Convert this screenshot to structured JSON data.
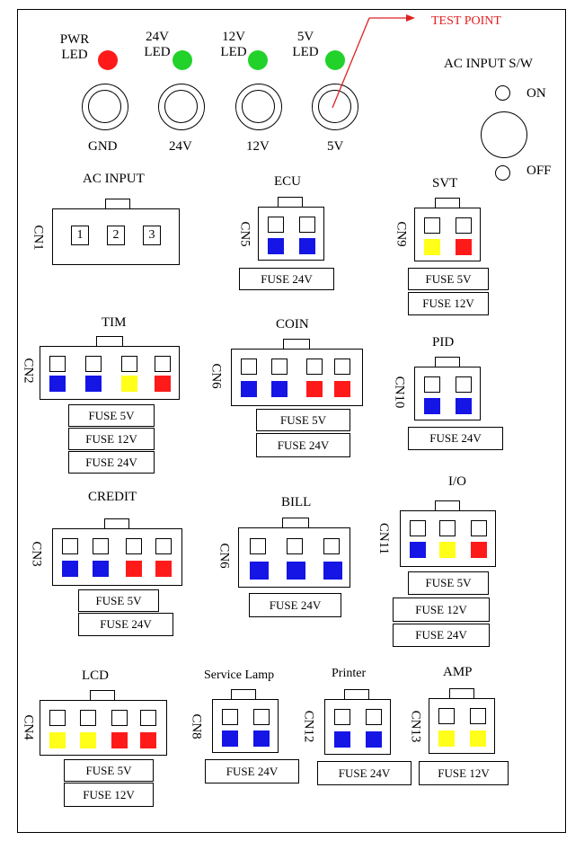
{
  "indicators": {
    "pwr_led": "PWR\nLED",
    "v24_led": "24V\nLED",
    "v12_led": "12V\nLED",
    "v5_led": "5V\nLED",
    "led_colors": {
      "red": "#ff1a1a",
      "green": "#22d22a"
    }
  },
  "terminals": {
    "gnd": "GND",
    "v24": "24V",
    "v12": "12V",
    "v5": "5V"
  },
  "test_point": "TEST POINT",
  "ac_switch": {
    "title": "AC INPUT S/W",
    "on": "ON",
    "off": "OFF"
  },
  "pin_colors": {
    "blue": "#1515e6",
    "yellow": "#ffff1a",
    "red": "#ff1a1a"
  },
  "connectors": {
    "cn1": {
      "id": "CN1",
      "title": "AC INPUT",
      "pins": [
        "1",
        "2",
        "3"
      ]
    },
    "cn5": {
      "id": "CN5",
      "title": "ECU",
      "fuses": [
        "FUSE 24V"
      ]
    },
    "cn9": {
      "id": "CN9",
      "title": "SVT",
      "fuses": [
        "FUSE 5V",
        "FUSE 12V"
      ]
    },
    "cn2": {
      "id": "CN2",
      "title": "TIM",
      "fuses": [
        "FUSE 5V",
        "FUSE 12V",
        "FUSE 24V"
      ]
    },
    "cn6": {
      "id": "CN6",
      "title": "COIN",
      "fuses": [
        "FUSE 5V",
        "FUSE 24V"
      ]
    },
    "cn10": {
      "id": "CN10",
      "title": "PID",
      "fuses": [
        "FUSE 24V"
      ]
    },
    "cn3": {
      "id": "CN3",
      "title": "CREDIT",
      "fuses": [
        "FUSE 5V",
        "FUSE 24V"
      ]
    },
    "cn6b": {
      "id": "CN6",
      "title": "BILL",
      "fuses": [
        "FUSE 24V"
      ]
    },
    "cn11": {
      "id": "CN11",
      "title": "I/O",
      "fuses": [
        "FUSE 5V",
        "FUSE 12V",
        "FUSE 24V"
      ]
    },
    "cn4": {
      "id": "CN4",
      "title": "LCD",
      "fuses": [
        "FUSE 5V",
        "FUSE 12V"
      ]
    },
    "cn8": {
      "id": "CN8",
      "title": "Service Lamp",
      "fuses": [
        "FUSE 24V"
      ]
    },
    "cn12": {
      "id": "CN12",
      "title": "Printer",
      "fuses": [
        "FUSE 24V"
      ]
    },
    "cn13": {
      "id": "CN13",
      "title": "AMP",
      "fuses": [
        "FUSE 12V"
      ]
    }
  }
}
